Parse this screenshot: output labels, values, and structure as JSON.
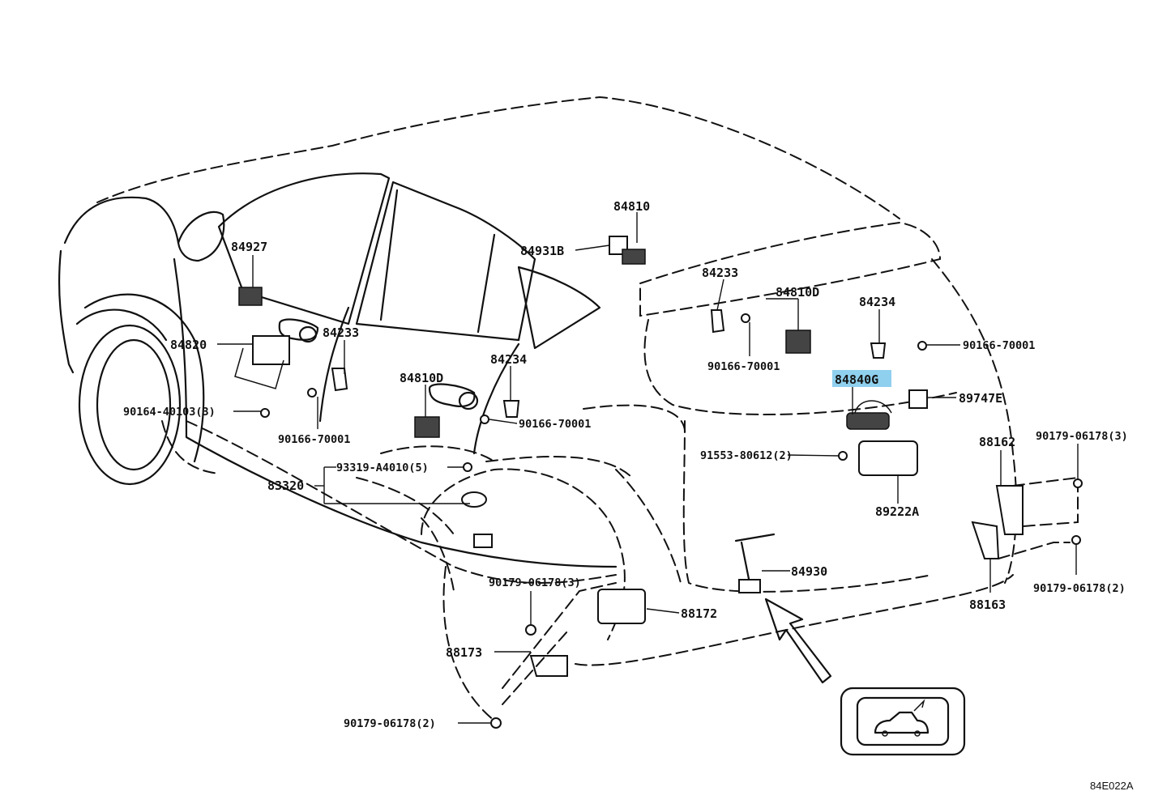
{
  "labels": {
    "p84810": "84810",
    "p84931B": "84931B",
    "p84927": "84927",
    "p84233_body": "84233",
    "p84233_rear": "84233",
    "p84810D_rear": "84810D",
    "p84234_rear": "84234",
    "p84820": "84820",
    "p84234_door": "84234",
    "p84810D_door": "84810D",
    "p90166_70001_a": "90166-70001",
    "p90166_70001_b": "90166-70001",
    "p90166_70001_c": "90166-70001",
    "p90166_70001_d": "90166-70001",
    "p84840G": "84840G",
    "p89747E": "89747E",
    "p90164_40103": "90164-40103(3)",
    "p88162": "88162",
    "p90179_06178_3_right": "90179-06178(3)",
    "p91553_80612": "91553-80612(2)",
    "p93319_A4010": "93319-A4010(5)",
    "p83320": "83320",
    "p89222A": "89222A",
    "p84930": "84930",
    "p90179_06178_2_right": "90179-06178(2)",
    "p90179_06178_3_left": "90179-06178(3)",
    "p88172": "88172",
    "p88163": "88163",
    "p88173": "88173",
    "p90179_06178_2_bottom": "90179-06178(2)",
    "figure_code": "84E022A"
  },
  "highlight_color": "#8fd0ee"
}
